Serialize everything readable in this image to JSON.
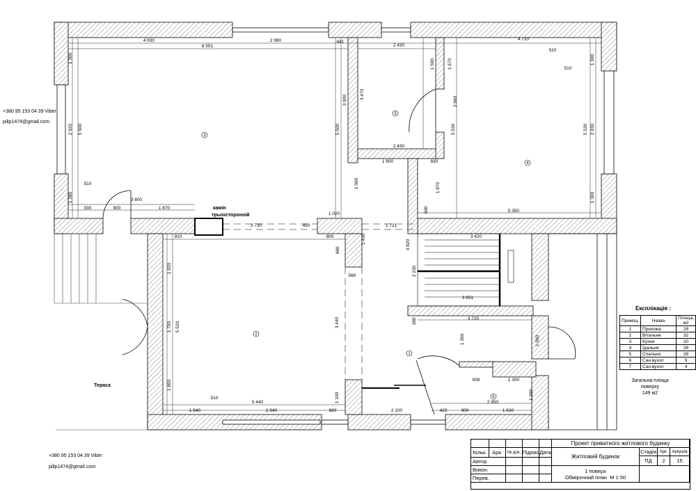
{
  "contacts": {
    "phone": "+380 95 153 04 39  Viber",
    "email": "pilip1474@gmail.com"
  },
  "rooms": [
    {
      "num": "1"
    },
    {
      "num": "2"
    },
    {
      "num": "3"
    },
    {
      "num": "4"
    },
    {
      "num": "5"
    },
    {
      "num": "6"
    }
  ],
  "labels": {
    "fireplace_1": "камін",
    "fireplace_2": "трьохсторонній",
    "terrace": "Тераса"
  },
  "dims": {
    "d4930": "4 930",
    "d2980": "2 980",
    "d641": "641",
    "d8551": "8 551",
    "d2430a": "2 430",
    "d4720": "4 720",
    "d510a": "510",
    "d510b": "510",
    "d510c": "510",
    "d510d": "510",
    "d1300a": "1 300",
    "d2920": "2 920",
    "d5500": "5 500",
    "d1280": "1 280",
    "d3900": "3 900",
    "d5500b": "5 500",
    "d3470": "3 470",
    "d1590": "1 590",
    "d1670": "1 670",
    "d3960": "3 960",
    "d5530": "5 530",
    "d5530b": "5 530",
    "d2930": "2 930",
    "d1300b": "1 300",
    "d1300c": "1 300",
    "d2430b": "2 430",
    "d1900": "1 900",
    "d830": "830",
    "d3800": "3 800",
    "d030": "030",
    "d900a": "900",
    "d1870": "1 870",
    "d1020": "1 020",
    "d3730": "3 730",
    "d450": "450",
    "d1721": "1 721",
    "d5350": "5 350",
    "d910": "910",
    "d800": "800",
    "d3420": "3 420",
    "d1430": "1 430",
    "d4820": "4 820",
    "d980": "980",
    "d560": "560",
    "d3651": "3 651",
    "d3720": "3 720",
    "d1920": "1 920",
    "d1750": "1 750",
    "d5520": "5 520",
    "d1850": "1 850",
    "d3440": "3 440",
    "d1350": "1 350",
    "d1000": "1 000",
    "d939": "939",
    "d1300d": "1 300",
    "d2950": "2 950",
    "d1200": "1 200",
    "d5440": "5 440",
    "d1840": "1 840",
    "d2940": "2 940",
    "d660": "660",
    "d1100": "1 100",
    "d2100": "2 100",
    "d420": "420",
    "d900b": "900",
    "d1630": "1 630",
    "d1870b": "1 870",
    "d1000b": "1 000",
    "d2230": "2 230",
    "d280": "280",
    "d600": "600"
  },
  "explication": {
    "title": "Експлікація :",
    "headers": [
      "Приміщ.",
      "Назва",
      "Площа, м2"
    ],
    "rows": [
      [
        "1",
        "Прихожа",
        "28"
      ],
      [
        "2",
        "Вітальня",
        "32"
      ],
      [
        "3",
        "Кухня",
        "20"
      ],
      [
        "4",
        "Їдальня",
        "28"
      ],
      [
        "5",
        "Спальня",
        "28"
      ],
      [
        "6",
        "Сан.вузол",
        "9"
      ],
      [
        "7",
        "Сан.вузол",
        "4"
      ]
    ],
    "total_line1": "Загальна площа поверху",
    "total_line2": "149 м2"
  },
  "stamp": {
    "project": "Проект приватного житлового будинку",
    "object": "Житловий будинок",
    "sheet_line1": "1 поверх",
    "sheet_line2": "Обмірочний план",
    "scale": "М 1:50",
    "col_headers": [
      "Кільк.",
      "Арк.",
      "№ док.",
      "Підпис",
      "Дата"
    ],
    "row_labels": [
      "Автор",
      "Викон.",
      "Перев."
    ],
    "stage_headers": [
      "Стадія",
      "Арк.",
      "Аркушів"
    ],
    "stage_values": [
      "ПД",
      "2",
      "15"
    ]
  }
}
